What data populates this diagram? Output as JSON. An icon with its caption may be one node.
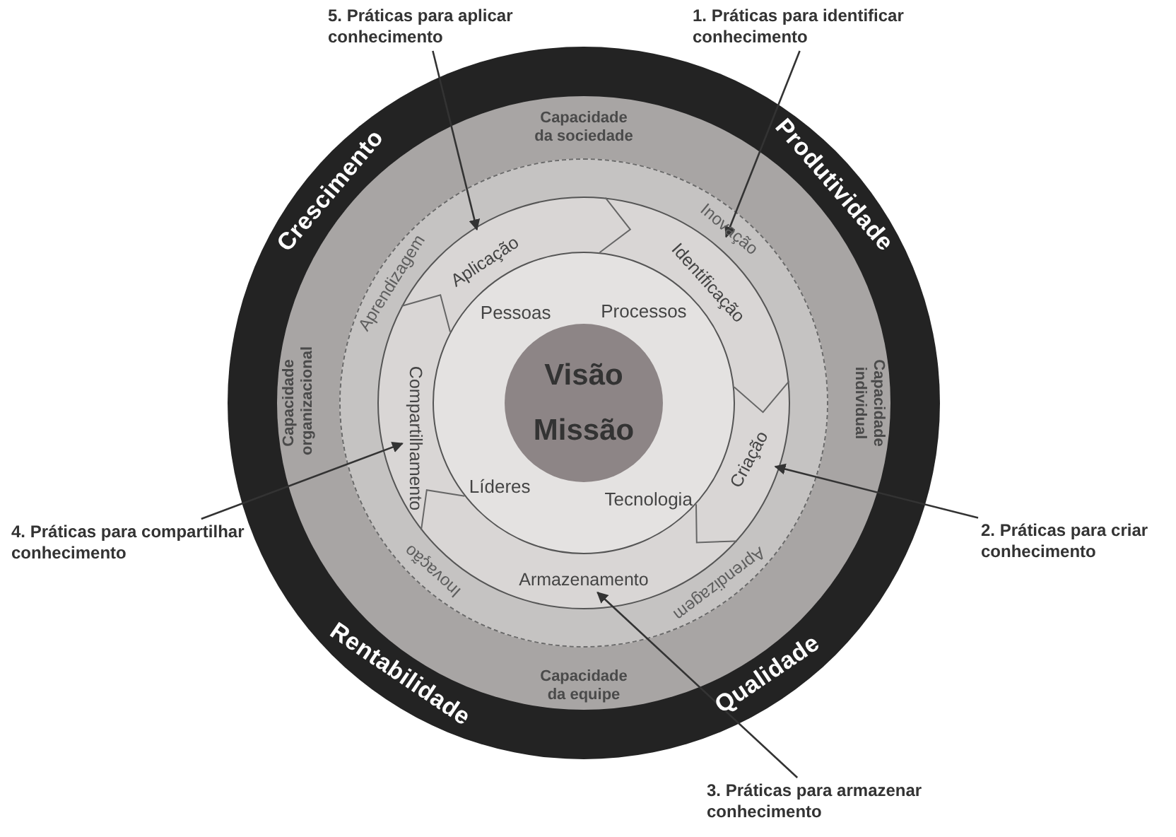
{
  "diagram": {
    "nodes": [
      {
        "text": [
          "Aplicação"
        ]
      },
      {
        "text": [
          "Identificação"
        ]
      },
      {
        "text": [
          "Criação"
        ]
      },
      {
        "text": [
          "Armazenamento"
        ]
      },
      {
        "text": [
          "Compartilhamento"
        ]
      },
      {
        "text": [
          "Visão",
          "Missão"
        ]
      },
      {
        "text": [
          "5. Práticas para aplicar conhecimento"
        ]
      },
      {
        "text": [
          "1. Práticas para identificar conhecimento"
        ]
      },
      {
        "text": [
          "4. Práticas para compartilhar conhecimento"
        ]
      },
      {
        "text": [
          "2. Práticas para criar conhecimento"
        ]
      },
      {
        "text": [
          "3. Práticas para armazenar conhecimento"
        ]
      }
    ],
    "edges": [
      {
        "from": 6,
        "to": 0,
        "arrow": "to"
      },
      {
        "from": 7,
        "to": 1,
        "arrow": "to"
      },
      {
        "from": 8,
        "to": 4,
        "arrow": "to"
      },
      {
        "from": 9,
        "to": 2,
        "arrow": "to"
      },
      {
        "from": 10,
        "to": 3,
        "arrow": "to"
      }
    ],
    "labels": [
      "Capacidade da sociedade",
      "Crescimento",
      "Produtividade",
      "Inovação",
      "Aprendizagem",
      "Pessoas",
      "Processos",
      "Capacidade organizacional",
      "Capacidade individual",
      "Líderes",
      "Tecnologia",
      "Inovação",
      "Aprendizagem",
      "Rentabilidade",
      "Qualidade",
      "Capacidade da equipe"
    ]
  }
}
